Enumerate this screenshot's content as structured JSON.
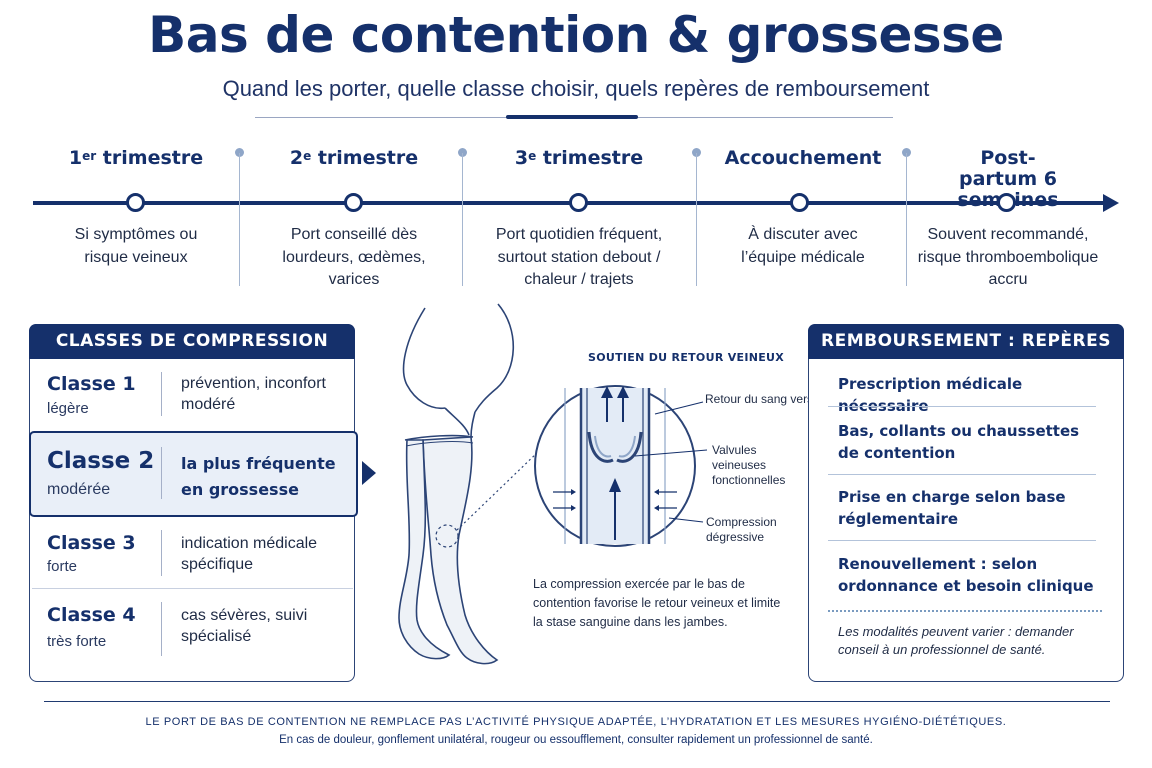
{
  "header": {
    "title": "Bas de contention & grossesse",
    "subtitle": "Quand les porter, quelle classe choisir, quels repères de remboursement"
  },
  "timeline": [
    {
      "label_main": "1",
      "label_sup": "er",
      "label_rest": " trimestre",
      "desc": "Si symptômes ou risque veineux"
    },
    {
      "label_main": "2",
      "label_sup": "e",
      "label_rest": " trimestre",
      "desc": "Port conseillé dès lourdeurs, œdèmes, varices"
    },
    {
      "label_main": "3",
      "label_sup": "e",
      "label_rest": " trimestre",
      "desc": "Port quotidien fréquent, surtout station debout / chaleur / trajets"
    },
    {
      "label_main": "Accouchement",
      "label_sup": "",
      "label_rest": "",
      "desc": "À discuter avec l’équipe médicale"
    },
    {
      "label_main": "Post-partum 6 semaines",
      "label_sup": "",
      "label_rest": "",
      "desc": "Souvent recommandé, risque thromboembolique accru"
    }
  ],
  "compression": {
    "heading": "CLASSES DE COMPRESSION",
    "classes": [
      {
        "name": "Classe 1",
        "level": "légère",
        "desc": "prévention, inconfort modéré"
      },
      {
        "name": "Classe 2",
        "level": "modérée",
        "desc": "la plus fréquente en grossesse"
      },
      {
        "name": "Classe 3",
        "level": "forte",
        "desc": "indication médicale spécifique"
      },
      {
        "name": "Classe 4",
        "level": "très forte",
        "desc": "cas sévères, suivi spécialisé"
      }
    ]
  },
  "illustration": {
    "title": "SOUTIEN DU RETOUR VEINEUX",
    "label_return": "Retour du sang vers le cœur",
    "label_valves": "Valvules veineuses fonctionnelles",
    "label_compression": "Compression dégressive",
    "caption": "La compression exercée par le bas de contention favorise le retour veineux et limite la stase sanguine dans les jambes."
  },
  "reimbursement": {
    "heading": "REMBOURSEMENT : REPÈRES",
    "items": [
      "Prescription médicale nécessaire",
      "Bas, collants ou chaussettes de contention",
      "Prise en charge selon base réglementaire",
      "Renouvellement : selon ordonnance et besoin clinique"
    ],
    "note": "Les modalités peuvent varier : demander conseil à un professionnel de santé."
  },
  "footer": {
    "line1": "LE PORT DE BAS DE CONTENTION NE REMPLACE PAS L’ACTIVITÉ PHYSIQUE ADAPTÉE, L’HYDRATATION ET LES MESURES HYGIÉNO-DIÉTÉTIQUES.",
    "line2": "En cas de douleur, gonflement unilatéral, rougeur ou essoufflement, consulter rapidement un professionnel de santé."
  },
  "colors": {
    "navy": "#15306b",
    "highlight_bg": "#e9eff8",
    "stocking": "#eef2f7"
  },
  "icons": [
    "timeline-arrow-icon",
    "pointer-arrow-icon",
    "leg-stocking-illustration",
    "vein-valve-illustration"
  ]
}
